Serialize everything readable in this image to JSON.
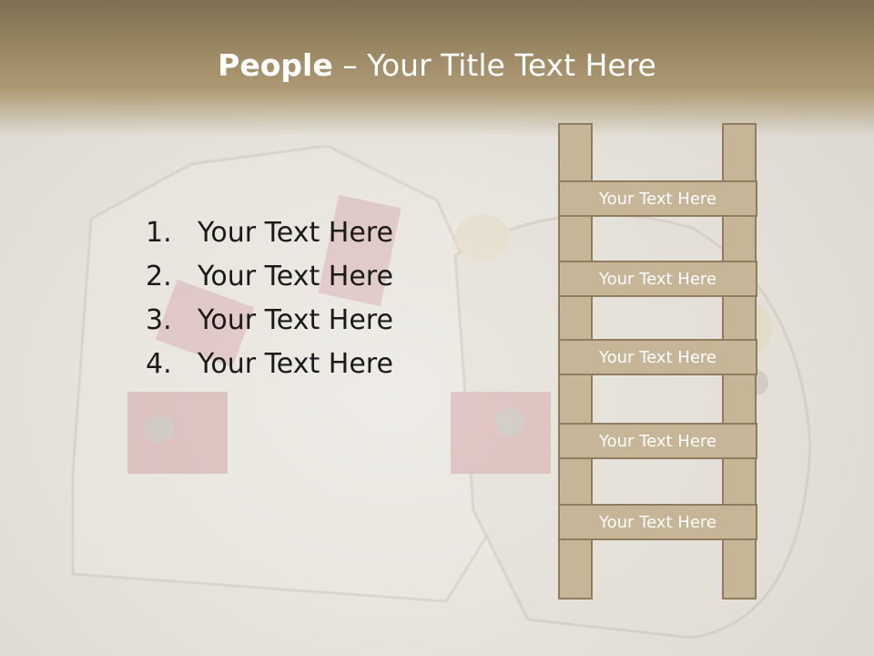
{
  "slide": {
    "title_bold": "People",
    "title_sep": " – ",
    "title_rest": "Your Title Text Here",
    "list": [
      {
        "num": "1.",
        "text": "Your Text Here"
      },
      {
        "num": "2.",
        "text": "Your Text Here"
      },
      {
        "num": "3.",
        "text": "Your Text Here"
      },
      {
        "num": "4.",
        "text": "Your Text Here"
      }
    ],
    "ladder_rungs": [
      "Your Text Here",
      "Your Text Here",
      "Your Text Here",
      "Your Text Here",
      "Your Text Here"
    ]
  }
}
